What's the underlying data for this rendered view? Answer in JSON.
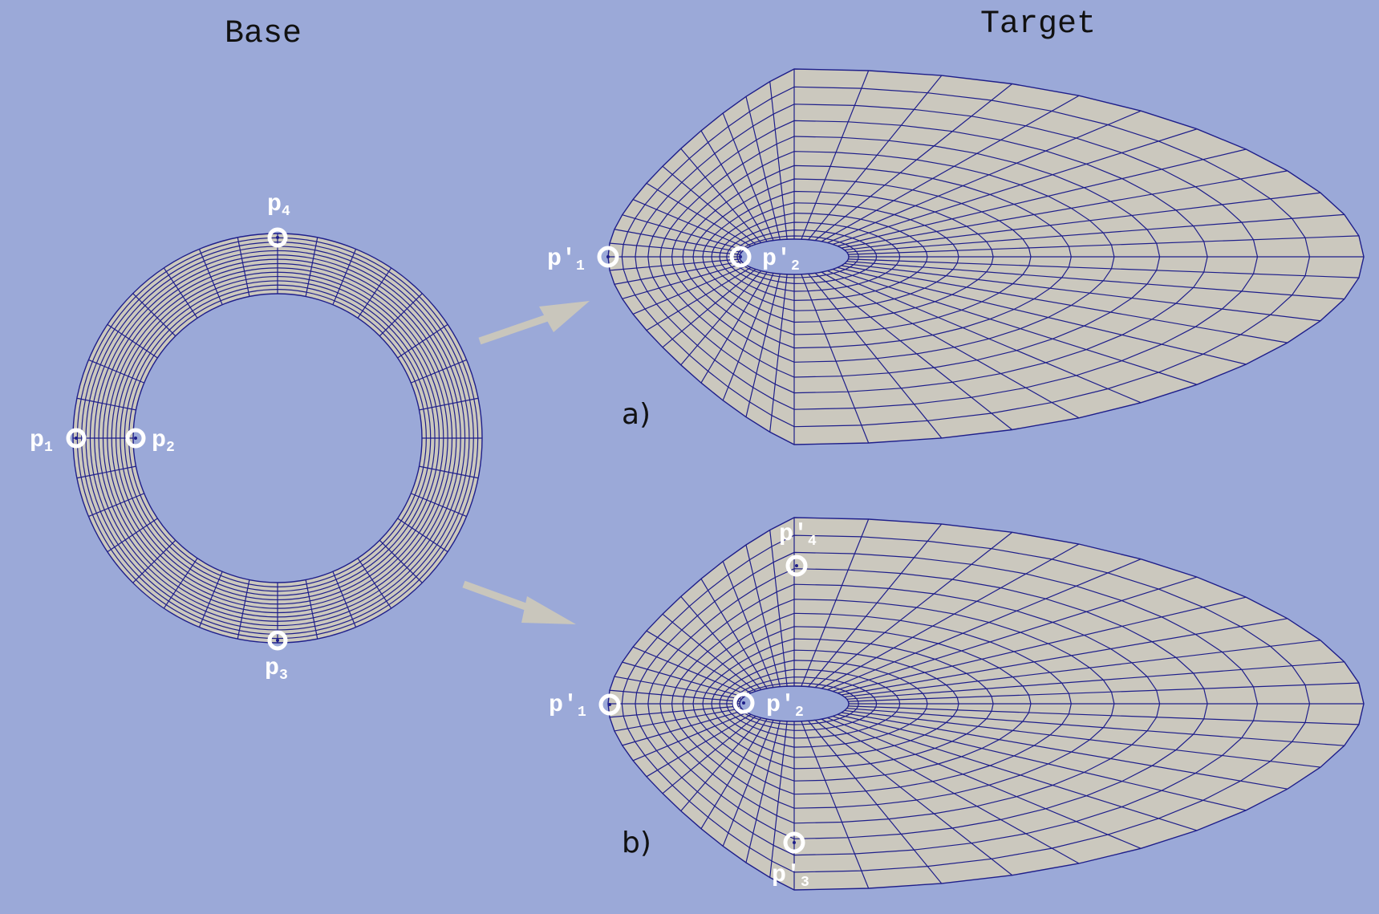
{
  "titles": {
    "base": "Base",
    "target": "Target"
  },
  "captions": {
    "a": "a)",
    "b": "b)"
  },
  "base_points": {
    "p1": "p",
    "p2": "p",
    "p3": "p",
    "p4": "p",
    "s1": "1",
    "s2": "2",
    "s3": "3",
    "s4": "4"
  },
  "target_points": {
    "p1": "p'",
    "p2": "p'",
    "p3": "p'",
    "p4": "p'",
    "s1": "1",
    "s2": "2",
    "s3": "3",
    "s4": "4"
  },
  "colors": {
    "background": "#9BA9D8",
    "mesh_fill": "#CBC8BE",
    "mesh_line": "#1e1e8a",
    "marker": "#ffffff",
    "arrow": "#C9C6BC"
  }
}
